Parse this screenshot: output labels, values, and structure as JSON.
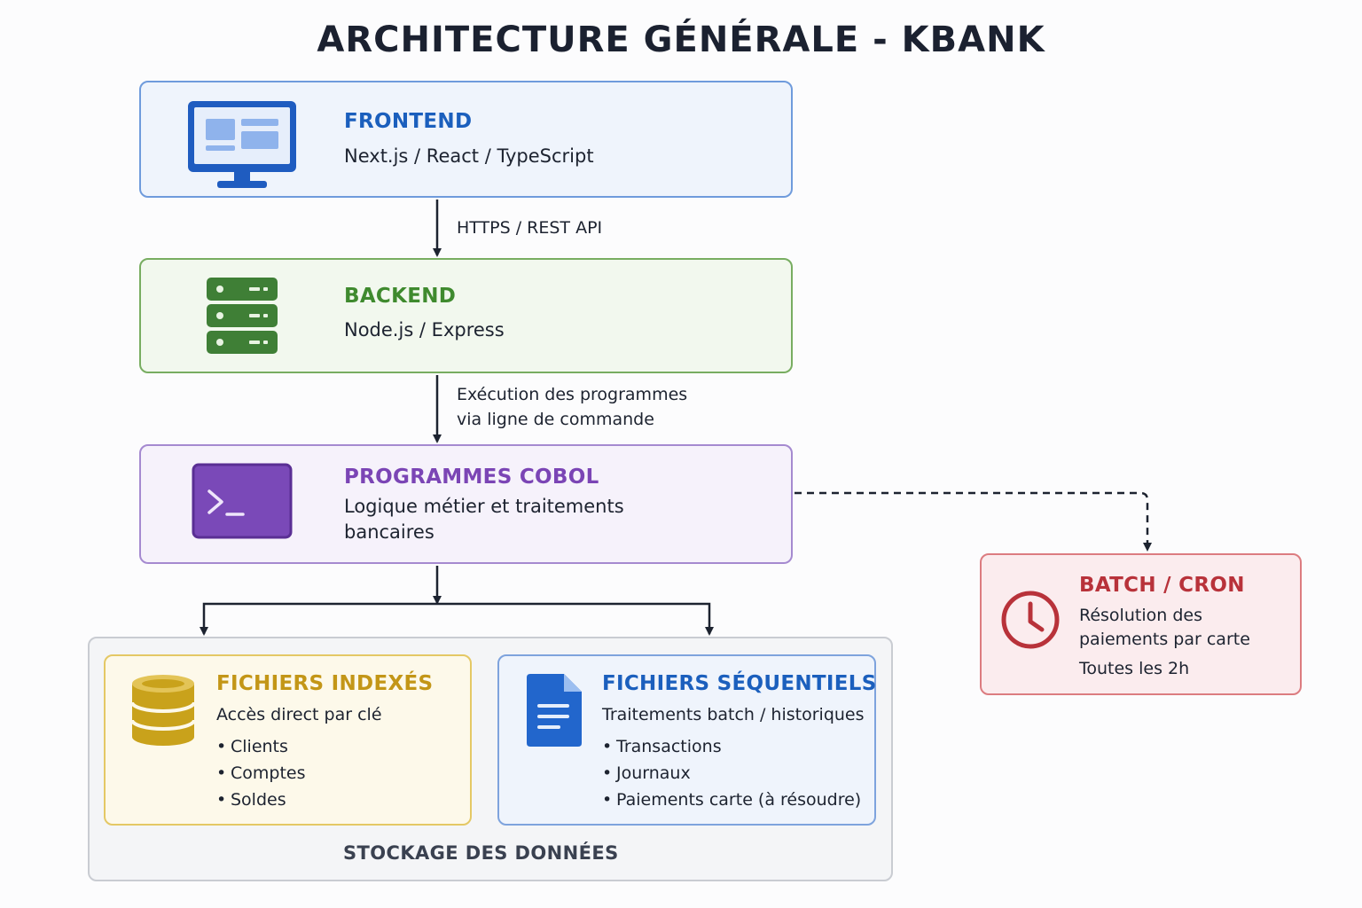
{
  "title": "ARCHITECTURE GÉNÉRALE - KBANK",
  "frontend": {
    "heading": "FRONTEND",
    "subtitle": "Next.js / React / TypeScript",
    "icon": "monitor-icon"
  },
  "backend": {
    "heading": "BACKEND",
    "subtitle": "Node.js / Express",
    "icon": "server-icon"
  },
  "cobol": {
    "heading": "PROGRAMMES COBOL",
    "subtitle": "Logique métier et traitements bancaires",
    "icon": "terminal-icon"
  },
  "batch": {
    "heading": "BATCH / CRON",
    "subtitle": "Résolution des paiements par carte",
    "schedule": "Toutes les 2h",
    "icon": "clock-icon"
  },
  "connectors": {
    "frontend_backend": "HTTPS / REST API",
    "backend_cobol_line1": "Exécution des programmes",
    "backend_cobol_line2": "via ligne de commande"
  },
  "storage": {
    "label": "STOCKAGE DES DONNÉES",
    "indexed": {
      "heading": "FICHIERS INDEXÉS",
      "subtitle": "Accès direct par clé",
      "items": [
        "Clients",
        "Comptes",
        "Soldes"
      ],
      "icon": "database-icon"
    },
    "sequential": {
      "heading": "FICHIERS SÉQUENTIELS",
      "subtitle": "Traitements batch / historiques",
      "items": [
        "Transactions",
        "Journaux",
        "Paiements carte (à résoudre)"
      ],
      "icon": "document-icon"
    }
  },
  "colors": {
    "frontend": "#1b5fbd",
    "backend": "#3f8a2e",
    "cobol": "#7b45b5",
    "batch": "#b8323a",
    "indexed": "#c39617",
    "sequential": "#1b5fbd"
  }
}
